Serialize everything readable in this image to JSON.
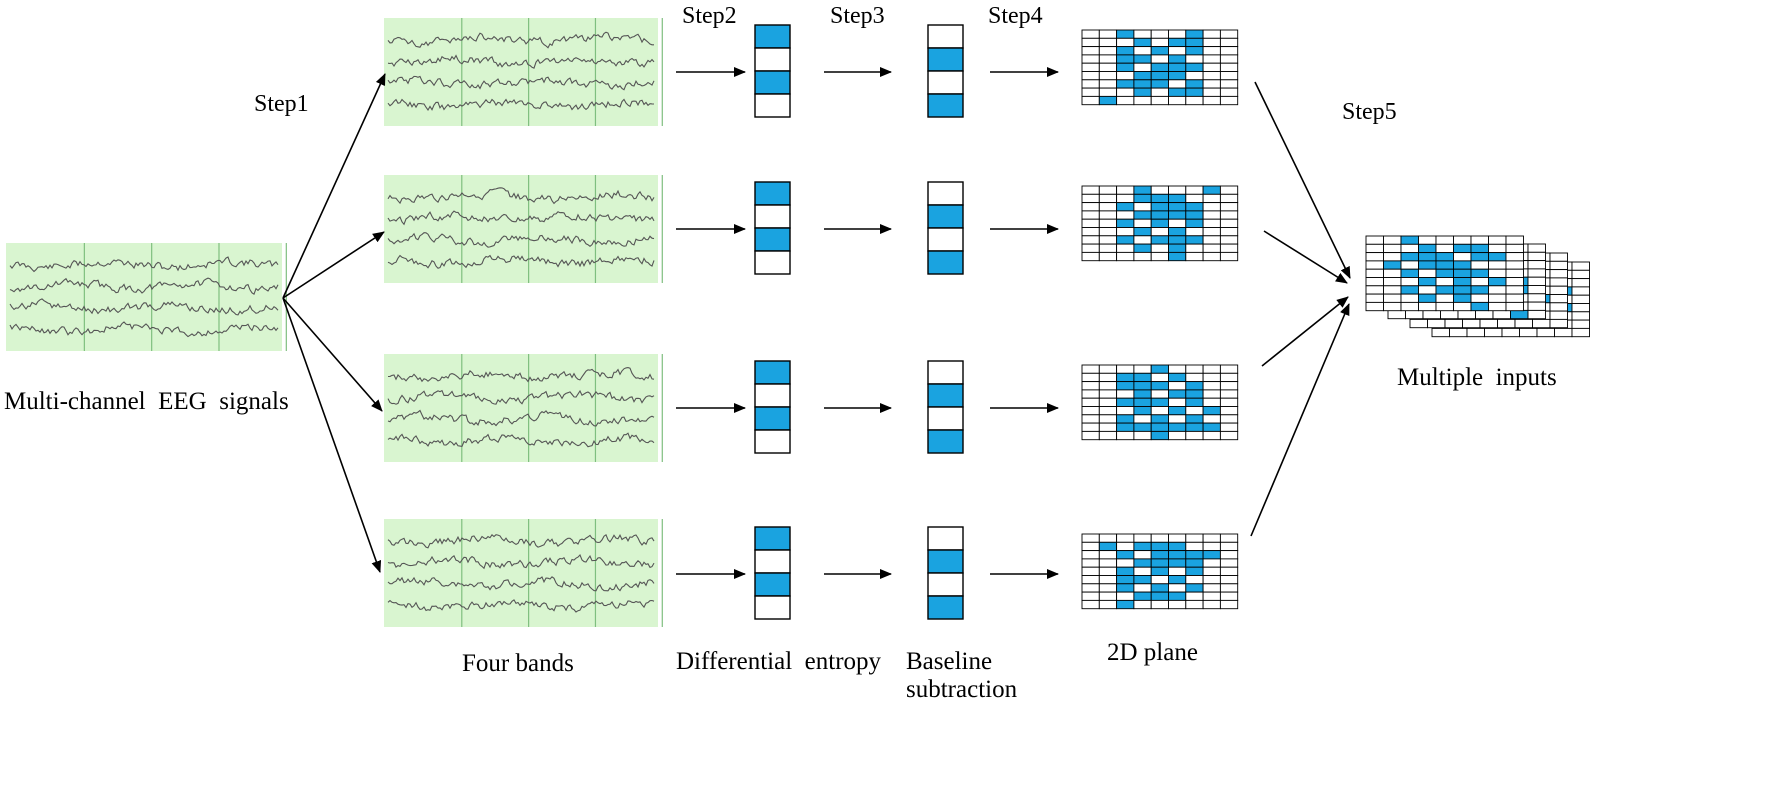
{
  "labels": {
    "step1": "Step1",
    "step2": "Step2",
    "step3": "Step3",
    "step4": "Step4",
    "step5": "Step5",
    "source": "Multi-channel  EEG  signals",
    "four_bands": "Four bands",
    "differential_entropy": "Differential  entropy",
    "baseline_line1": "Baseline",
    "baseline_line2": "subtraction",
    "plane": "2D plane",
    "multiple_inputs": "Multiple  inputs"
  },
  "bands": [
    {
      "de_cells": [
        1,
        0,
        1,
        0
      ],
      "baseline_cells": [
        0,
        1,
        0,
        1
      ]
    },
    {
      "de_cells": [
        1,
        0,
        1,
        0
      ],
      "baseline_cells": [
        0,
        1,
        0,
        1
      ]
    },
    {
      "de_cells": [
        1,
        0,
        1,
        0
      ],
      "baseline_cells": [
        0,
        1,
        0,
        1
      ]
    },
    {
      "de_cells": [
        1,
        0,
        1,
        0
      ],
      "baseline_cells": [
        0,
        1,
        0,
        1
      ]
    }
  ],
  "colors": {
    "signal_background": "#d9f5d0",
    "signal_trace": "#555555",
    "signal_marker": "#7fbf7f",
    "feature_fill": "#1aa3e0",
    "empty_fill": "#ffffff",
    "outline": "#000000"
  },
  "icons": {
    "arrow": "arrowhead",
    "signal": "eeg-waveform-panel",
    "feature": "feature-vector-cells",
    "grid": "2d-feature-grid"
  }
}
